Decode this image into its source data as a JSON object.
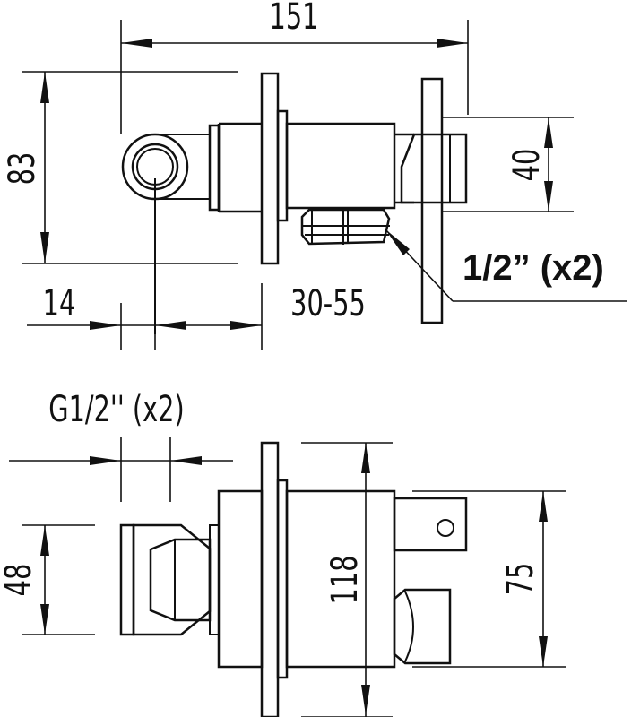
{
  "top_view": {
    "dim_total_width": "151",
    "dim_height": "83",
    "dim_outlet_height": "40",
    "dim_offset": "14",
    "dim_wall_range": "30-55",
    "callout_connection": "1/2” (x2)"
  },
  "bottom_view": {
    "thread_label": "G1/2'' (x2)",
    "dim_inlet": "48",
    "dim_depth": "118",
    "dim_outlet": "75"
  }
}
